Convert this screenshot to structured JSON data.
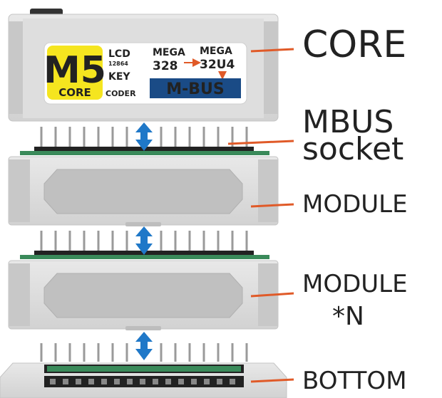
{
  "labels": {
    "core": "CORE",
    "mbus_line1": "MBUS",
    "mbus_line2": "socket",
    "module1": "MODULE",
    "module2_line1": "MODULE",
    "module2_line2": "*N",
    "bottom": "BOTTOM"
  },
  "core_panel": {
    "logo_main": "M5",
    "logo_sub": "CORE",
    "lcd": "LCD",
    "lcd_model": "12864",
    "key": "KEY",
    "coder": "CODER",
    "mega_left": "MEGA",
    "mega_left_num": "328",
    "mega_right": "MEGA",
    "mega_right_num": "32U4",
    "mbus_badge": "M-BUS"
  },
  "colors": {
    "module_body": "#d9d9d9",
    "module_shade": "#bfbfbf",
    "pcb_green": "#3a8a5a",
    "pins": "#9a9a9a",
    "arrow_blue": "#1f78c8",
    "leader_line": "#e05a28",
    "logo_yellow": "#f5e51f",
    "mbus_badge_bg": "#1a4b86"
  }
}
